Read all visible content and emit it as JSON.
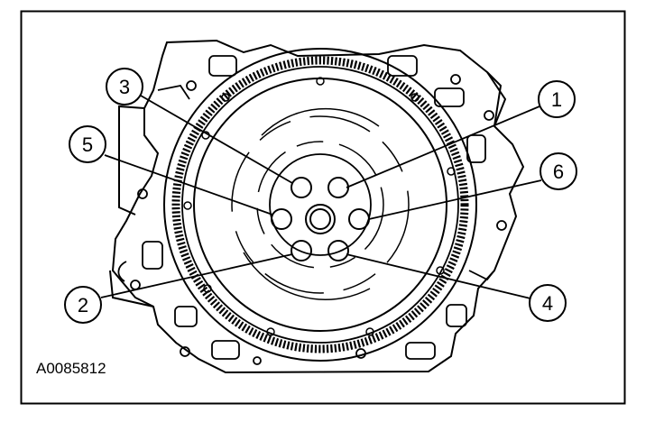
{
  "figure": {
    "code": "A0085812",
    "callouts": [
      {
        "label": "1"
      },
      {
        "label": "2"
      },
      {
        "label": "3"
      },
      {
        "label": "4"
      },
      {
        "label": "5"
      },
      {
        "label": "6"
      }
    ]
  }
}
